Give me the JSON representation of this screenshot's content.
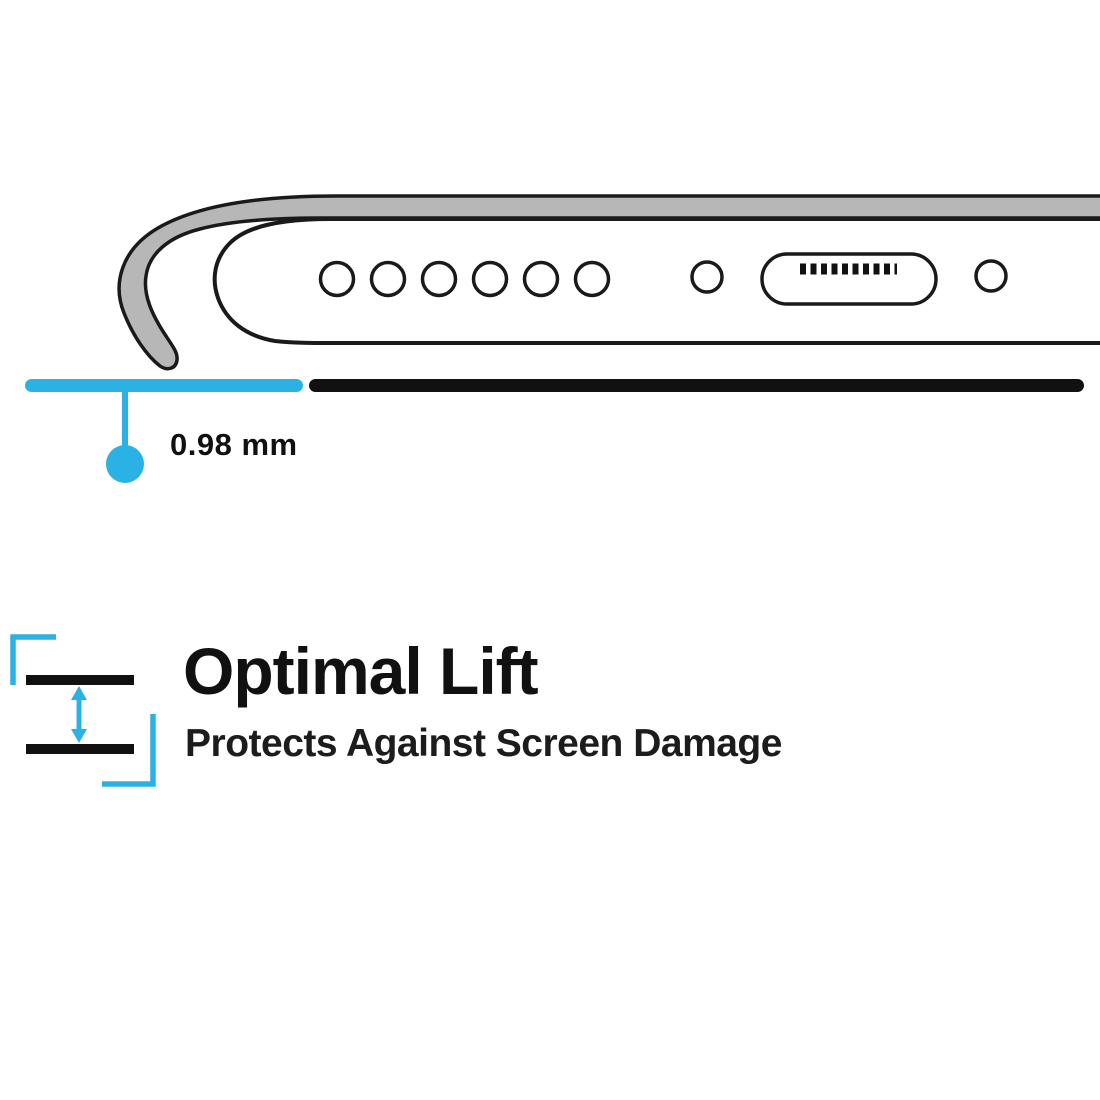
{
  "colors": {
    "accent": "#29b2e3",
    "case_gray": "#b7b7b7",
    "outline": "#1a1a1a",
    "ink": "#111111"
  },
  "illustration": {
    "description": "phone-bottom-edge-in-case-cross-section",
    "measurement_label": "0.98 mm"
  },
  "feature": {
    "title": "Optimal Lift",
    "subtitle": "Protects Against Screen Damage"
  }
}
